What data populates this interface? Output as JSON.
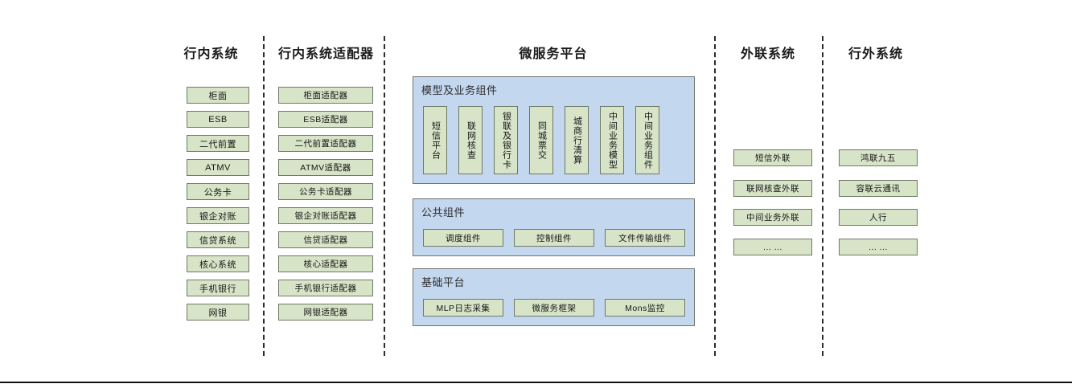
{
  "columns": [
    {
      "id": "in-bank-systems",
      "title": "行内系统",
      "items": [
        "柜面",
        "ESB",
        "二代前置",
        "ATMV",
        "公务卡",
        "银企对账",
        "信贷系统",
        "核心系统",
        "手机银行",
        "网银"
      ]
    },
    {
      "id": "in-bank-adapters",
      "title": "行内系统适配器",
      "items": [
        "柜面适配器",
        "ESB适配器",
        "二代前置适配器",
        "ATMV适配器",
        "公务卡适配器",
        "银企对账适配器",
        "信贷适配器",
        "核心适配器",
        "手机银行适配器",
        "网银适配器"
      ]
    },
    {
      "id": "microservice-platform",
      "title": "微服务平台",
      "panels": [
        {
          "id": "model-business-components",
          "label": "模型及业务组件",
          "orientation": "vertical",
          "items": [
            "短信平台",
            "联网核查",
            "银联及银行卡",
            "同城票交",
            "城商行清算",
            "中间业务模型",
            "中间业务组件"
          ]
        },
        {
          "id": "public-components",
          "label": "公共组件",
          "orientation": "horizontal",
          "items": [
            "调度组件",
            "控制组件",
            "文件传输组件"
          ]
        },
        {
          "id": "base-platform",
          "label": "基础平台",
          "orientation": "horizontal",
          "items": [
            "MLP日志采集",
            "微服务框架",
            "Mons监控"
          ]
        }
      ]
    },
    {
      "id": "external-link-systems",
      "title": "外联系统",
      "items": [
        "短信外联",
        "联网核查外联",
        "中间业务外联",
        "... ..."
      ]
    },
    {
      "id": "out-of-bank-systems",
      "title": "行外系统",
      "items": [
        "鸿联九五",
        "容联云通讯",
        "人行",
        "... ..."
      ]
    }
  ],
  "colors": {
    "node_fill": "#d8e4c8",
    "node_border": "#6f7864",
    "panel_fill": "#c3d7ef",
    "panel_border": "#717171",
    "divider": "#2b2b2b",
    "text": "#1a1a1a"
  }
}
